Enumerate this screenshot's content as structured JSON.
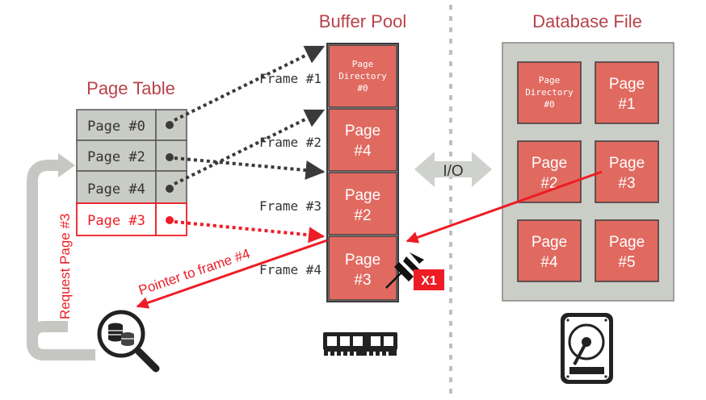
{
  "titles": {
    "buffer_pool": "Buffer Pool",
    "page_table": "Page Table",
    "database_file": "Database File"
  },
  "page_table": {
    "rows": [
      "Page #0",
      "Page #2",
      "Page #4",
      "Page #3"
    ],
    "highlighted_row": "Page #3"
  },
  "frames": [
    {
      "label": "Frame #1",
      "page_line1": "Page",
      "page_line2": "Directory",
      "page_line3": "#0"
    },
    {
      "label": "Frame #2",
      "page_line1": "Page",
      "page_line2": "#4"
    },
    {
      "label": "Frame #3",
      "page_line1": "Page",
      "page_line2": "#2"
    },
    {
      "label": "Frame #4",
      "page_line1": "Page",
      "page_line2": "#3"
    }
  ],
  "database_file": {
    "pages": [
      {
        "line1": "Page",
        "line2": "Directory",
        "line3": "#0"
      },
      {
        "line1": "Page",
        "line2": "#1"
      },
      {
        "line1": "Page",
        "line2": "#2"
      },
      {
        "line1": "Page",
        "line2": "#3"
      },
      {
        "line1": "Page",
        "line2": "#4"
      },
      {
        "line1": "Page",
        "line2": "#5"
      }
    ]
  },
  "io_label": "I/O",
  "latch_badge": "X1",
  "request_label": "Request Page #3",
  "pointer_label": "Pointer to frame #4",
  "icons": {
    "query": "database-search-icon",
    "memory": "ram-chip-icon",
    "disk": "hard-disk-icon",
    "latch": "pushpin-icon"
  },
  "colors": {
    "title_red": "#b8424a",
    "page_fill": "#e06a60",
    "page_stroke": "#3a3a3a",
    "gray_cell": "#c9cbc5",
    "db_panel": "#cbcdc7",
    "accent_red": "#ee1c24",
    "arrow_gray": "#c6c7c2"
  }
}
